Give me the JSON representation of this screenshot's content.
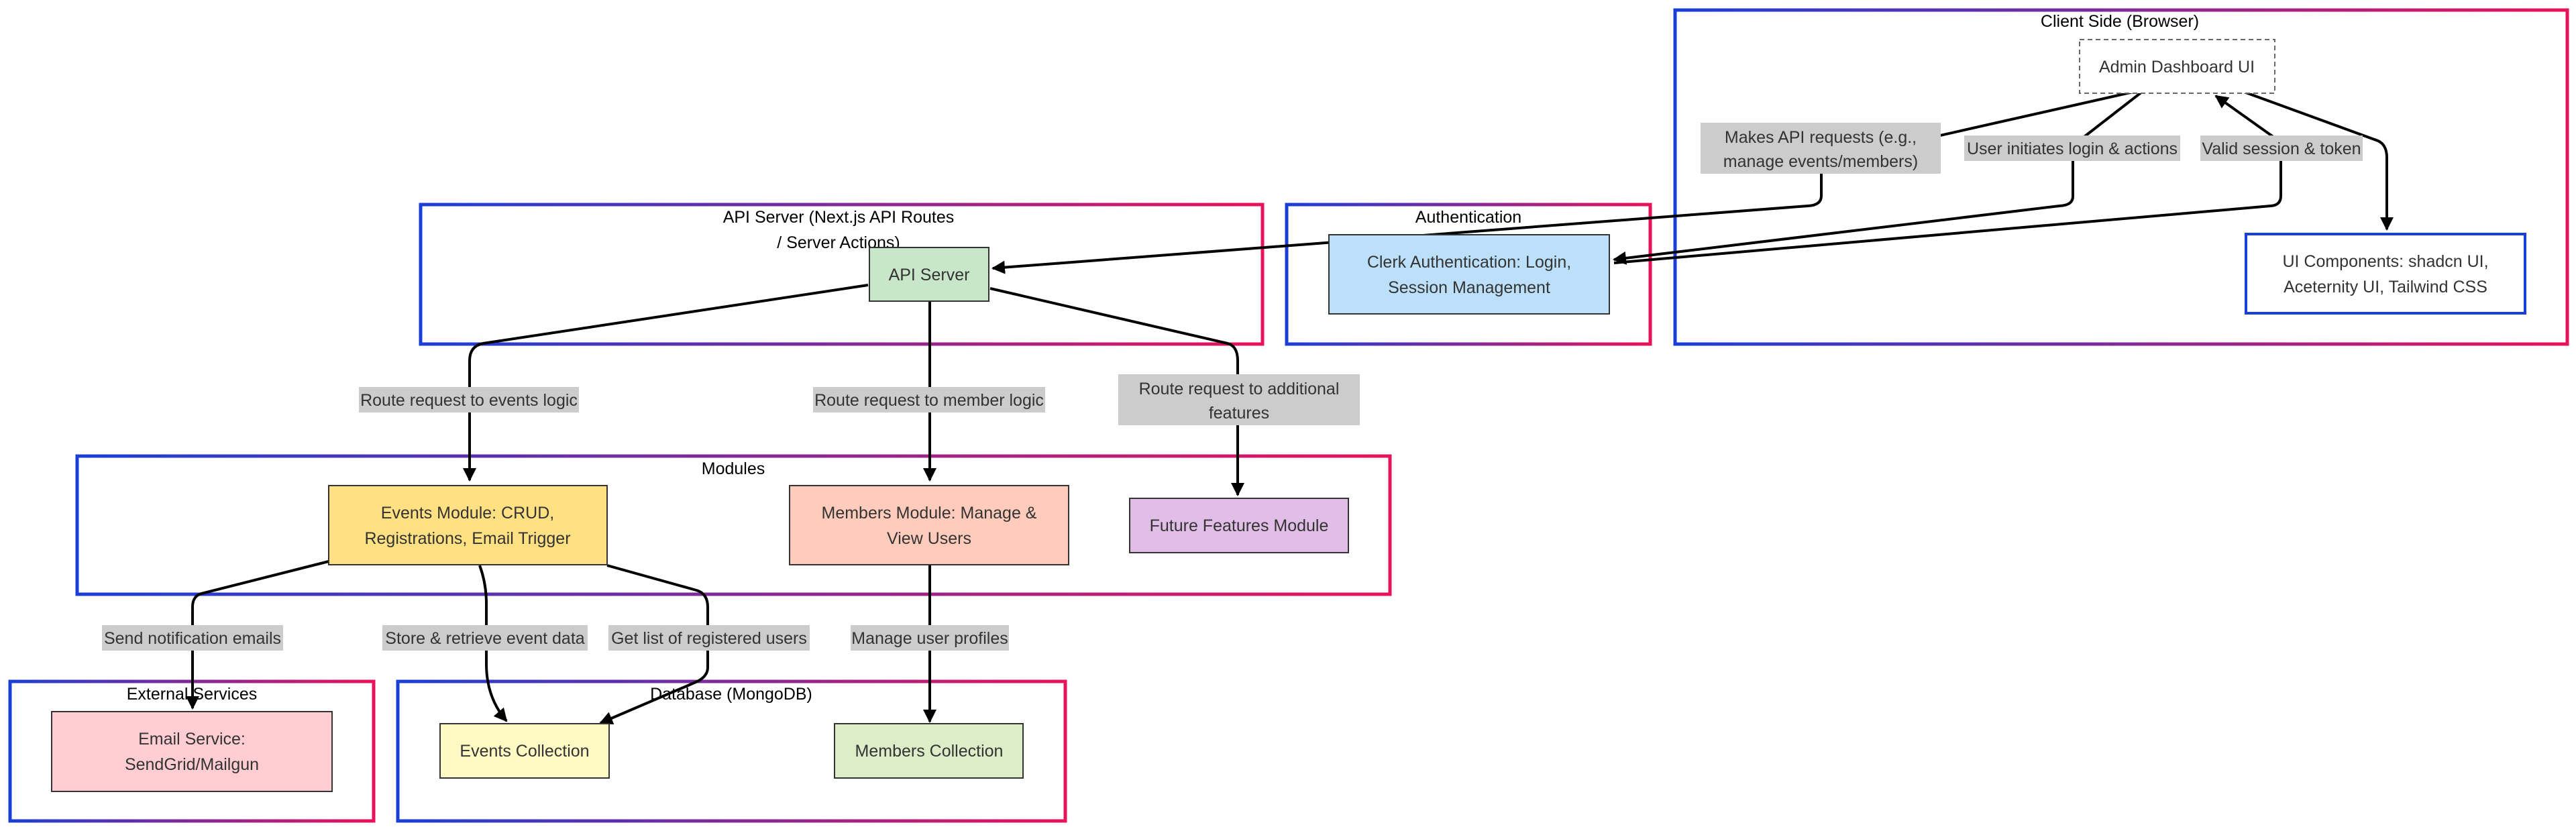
{
  "colors": {
    "cluster_border_start": "#1a3fd6",
    "cluster_border_end": "#e8135a",
    "edge": "#000000",
    "edge_label_bg": "#cccccc",
    "node_text": "#333333",
    "admin_ui_fill": "#ffffff",
    "ui_components_border": "#1a3fd6",
    "clerk_fill": "#bde0fa",
    "api_server_fill": "#c8e6c9",
    "events_module_fill": "#ffe082",
    "members_module_fill": "#ffccbc",
    "future_module_fill": "#e1bee7",
    "email_service_fill": "#ffcdd2",
    "events_collection_fill": "#fff9c4",
    "members_collection_fill": "#dcedc8"
  },
  "clusters": {
    "client": {
      "label": "Client Side (Browser)"
    },
    "auth": {
      "label": "Authentication"
    },
    "api": {
      "label_line1": "API Server (Next.js API Routes",
      "label_line2": "/ Server Actions)"
    },
    "modules": {
      "label": "Modules"
    },
    "external": {
      "label": "External Services"
    },
    "database": {
      "label": "Database (MongoDB)"
    }
  },
  "nodes": {
    "admin_ui": {
      "label": "Admin Dashboard UI"
    },
    "ui_components": {
      "line1": "UI Components: shadcn UI,",
      "line2": "Aceternity UI, Tailwind CSS"
    },
    "clerk": {
      "line1": "Clerk Authentication: Login,",
      "line2": "Session Management"
    },
    "api_server": {
      "label": "API Server"
    },
    "events_module": {
      "line1": "Events Module: CRUD,",
      "line2": "Registrations, Email Trigger"
    },
    "members_module": {
      "line1": "Members Module: Manage &",
      "line2": "View Users"
    },
    "future_module": {
      "label": "Future Features Module"
    },
    "email_service": {
      "line1": "Email Service:",
      "line2": "SendGrid/Mailgun"
    },
    "events_collection": {
      "label": "Events Collection"
    },
    "members_collection": {
      "label": "Members Collection"
    }
  },
  "edge_labels": {
    "api_requests": {
      "line1": "Makes API requests (e.g.,",
      "line2": "manage events/members)"
    },
    "login_actions": {
      "label": "User initiates login & actions"
    },
    "valid_session": {
      "label": "Valid session & token"
    },
    "events_logic": {
      "label": "Route request to events logic"
    },
    "member_logic": {
      "label": "Route request to member logic"
    },
    "additional_features": {
      "line1": "Route request to additional",
      "line2": "features"
    },
    "notification_emails": {
      "label": "Send notification emails"
    },
    "store_retrieve": {
      "label": "Store & retrieve event data"
    },
    "registered_users": {
      "label": "Get list of registered users"
    },
    "user_profiles": {
      "label": "Manage user profiles"
    }
  }
}
